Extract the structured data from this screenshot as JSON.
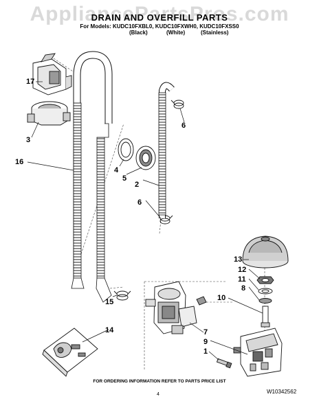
{
  "watermark": "AppliancePartsPros.com",
  "header": {
    "title": "DRAIN AND OVERFILL PARTS",
    "models_line": "For Models: KUDC10FXBL0, KUDC10FXWH0, KUDC10FXSS0",
    "finishes": [
      "(Black)",
      "(White)",
      "(Stainless)"
    ]
  },
  "callouts": {
    "c17": "17",
    "c3": "3",
    "c16": "16",
    "c6a": "6",
    "c4": "4",
    "c5": "5",
    "c2": "2",
    "c6b": "6",
    "c15": "15",
    "c14": "14",
    "c13": "13",
    "c12": "12",
    "c11": "11",
    "c8": "8",
    "c10": "10",
    "c7": "7",
    "c9": "9",
    "c1": "1"
  },
  "footer": {
    "note": "FOR ORDERING INFORMATION REFER TO PARTS PRICE LIST",
    "page_number": "4",
    "document_number": "W10342562"
  }
}
